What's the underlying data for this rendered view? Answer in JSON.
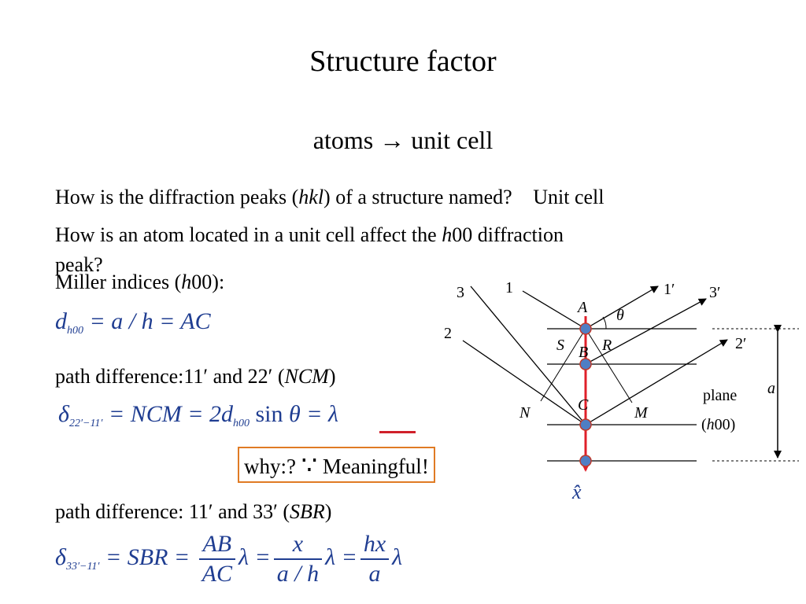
{
  "slide": {
    "title": "Structure factor",
    "subtitle": "atoms → unit cell",
    "q1_part1": "How is the diffraction peaks (",
    "q1_hkl": "hkl",
    "q1_part2": ") of a structure named?",
    "q1_answer": "Unit cell",
    "q2_part1": "How is an atom located in a unit cell affect the ",
    "q2_h": "h",
    "q2_part2": "00 diffraction",
    "q2_part3": "peak?",
    "miller_part1": "Miller indices (",
    "miller_h": "h",
    "miller_part2": "00):",
    "eq1_d": "d",
    "eq1_sub": "h00",
    "eq1_rest": " = a / h = AC",
    "path1_part1": "path difference:11′ and 22′ (",
    "path1_ncm": "NCM",
    "path1_part2": ")",
    "eq2_delta": "δ",
    "eq2_sub": "22′−11′",
    "eq2_part1": " = NCM = 2",
    "eq2_d": "d",
    "eq2_dsub": "h00",
    "eq2_sin": " sin",
    "eq2_part2": " θ = λ",
    "why_label": "why:?",
    "because_symbol": "∵",
    "meaningful": "Meaningful!",
    "path2_part1": "path difference: 11′ and 33′ (",
    "path2_sbr": "SBR",
    "path2_part2": ")",
    "eq3_delta": "δ",
    "eq3_sub": "33′−11′",
    "eq3_sbr": " = SBR = ",
    "eq3_f1_num": "AB",
    "eq3_f1_den": "AC",
    "eq3_lambda1": "λ =",
    "eq3_f2_num": "x",
    "eq3_f2_den": "a / h",
    "eq3_lambda2": "λ =",
    "eq3_f3_num": "hx",
    "eq3_f3_den": "a",
    "eq3_lambda3": "λ"
  },
  "diagram": {
    "ray_in_1": "1",
    "ray_in_2": "2",
    "ray_in_3": "3",
    "ray_out_1": "1′",
    "ray_out_2": "2′",
    "ray_out_3": "3′",
    "atom_a": "A",
    "atom_b": "B",
    "atom_c": "C",
    "point_s": "S",
    "point_r": "R",
    "point_n": "N",
    "point_m": "M",
    "theta": "θ",
    "plane_label_1": "plane",
    "plane_label_2a": "(",
    "plane_label_2h": "h",
    "plane_label_2b": "00)",
    "spacing_label": "a",
    "axis_label": "x̂",
    "colors": {
      "atom_fill": "#4f7ec4",
      "atom_stroke": "#c0392b",
      "axis_arrow": "#e0202a",
      "math_text": "#1f3d91",
      "box_border": "#e07b24"
    }
  }
}
